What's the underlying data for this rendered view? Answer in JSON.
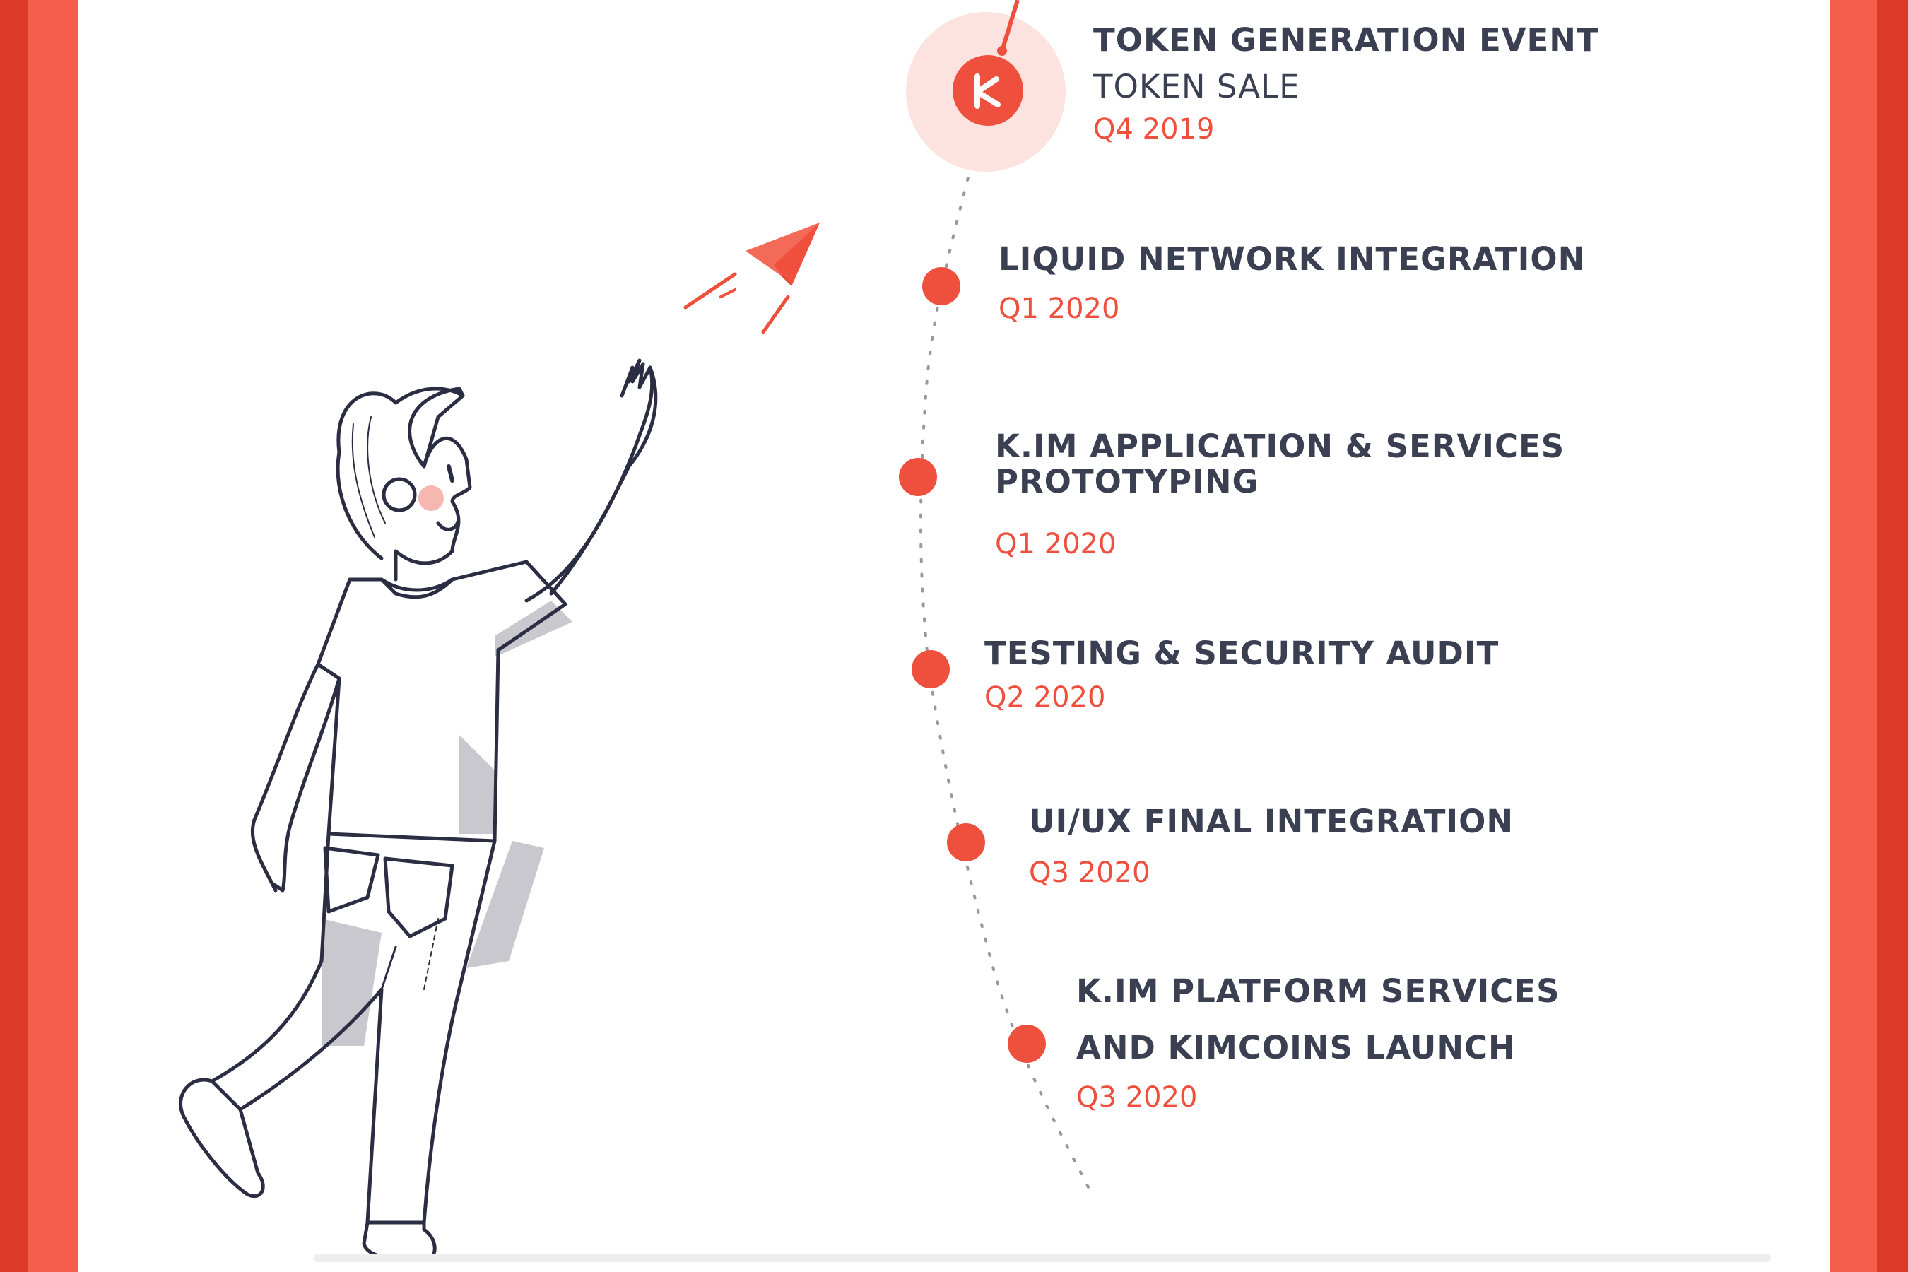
{
  "colors": {
    "accent": "#ef4f3d",
    "text": "#3b3f52",
    "border_dark": "#dd3a2a",
    "border_light": "#f45e4c",
    "halo": "#fde3df"
  },
  "roadmap": {
    "milestones": [
      {
        "title": "TOKEN GENERATION EVENT",
        "subtitle": "TOKEN SALE",
        "date": "Q4  2019"
      },
      {
        "title": "LIQUID NETWORK INTEGRATION",
        "date": "Q1 2020"
      },
      {
        "title": "K.IM APPLICATION & SERVICES",
        "title2": "PROTOTYPING",
        "date": "Q1 2020"
      },
      {
        "title": "TESTING & SECURITY AUDIT",
        "date": "Q2 2020"
      },
      {
        "title": "UI/UX FINAL INTEGRATION",
        "date": "Q3 2020"
      },
      {
        "title": "K.IM PLATFORM SERVICES",
        "title2": "AND KIMCOINS LAUNCH",
        "date": "Q3 2020"
      }
    ]
  },
  "icons": {
    "logo": "k-logo-icon",
    "plane": "paper-plane-icon"
  }
}
